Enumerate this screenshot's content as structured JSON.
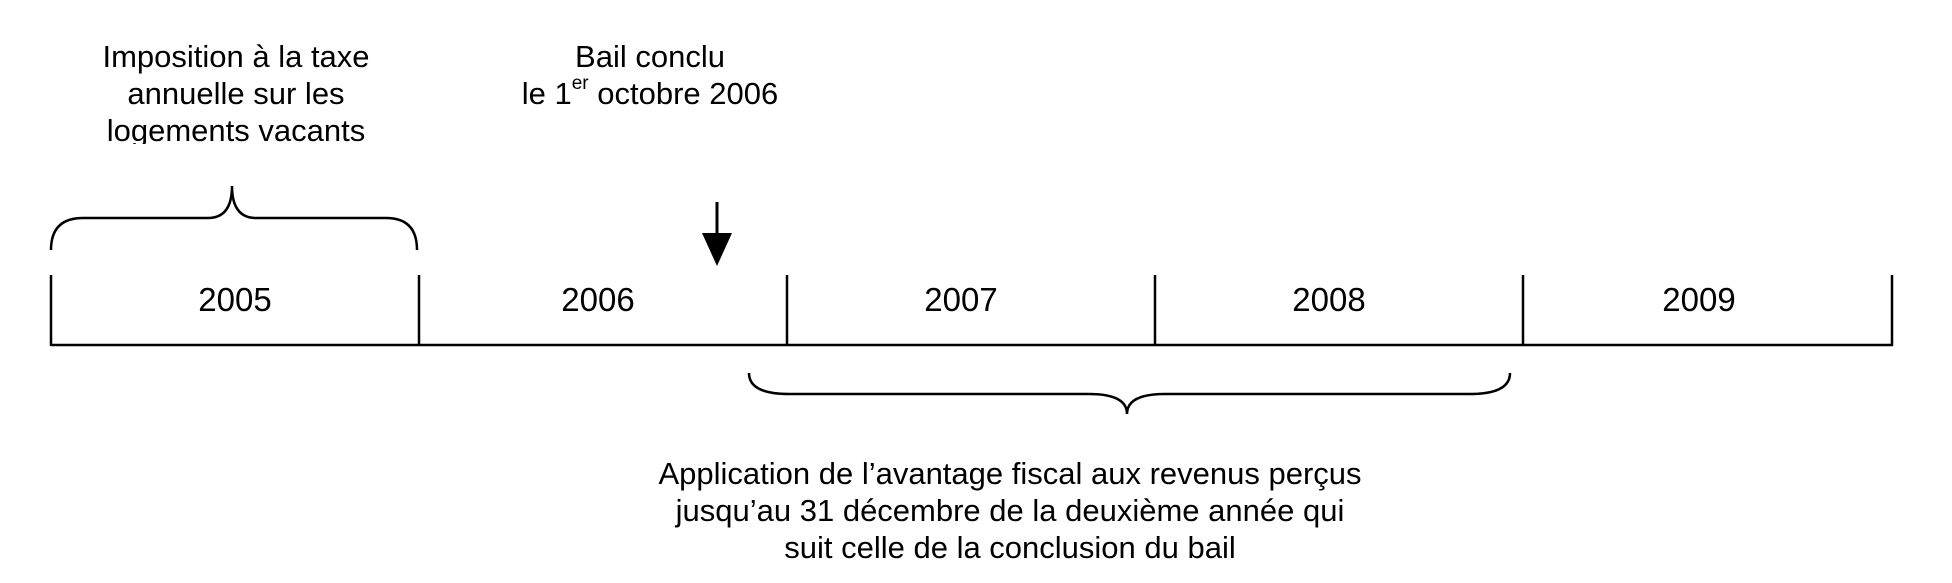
{
  "top_left_note": {
    "lines": [
      "Imposition à la taxe",
      "annuelle sur les",
      "logements vacants"
    ]
  },
  "lease_note": {
    "line1": "Bail conclu",
    "line2_prefix": "le 1",
    "line2_sup": "er",
    "line2_suffix": " octobre 2006"
  },
  "years": [
    "2005",
    "2006",
    "2007",
    "2008",
    "2009"
  ],
  "bottom_note": {
    "lines": [
      "Application de l’avantage fiscal aux revenus perçus",
      "jusqu’au 31 décembre de la deuxième année qui",
      "suit celle de la conclusion du bail"
    ]
  }
}
